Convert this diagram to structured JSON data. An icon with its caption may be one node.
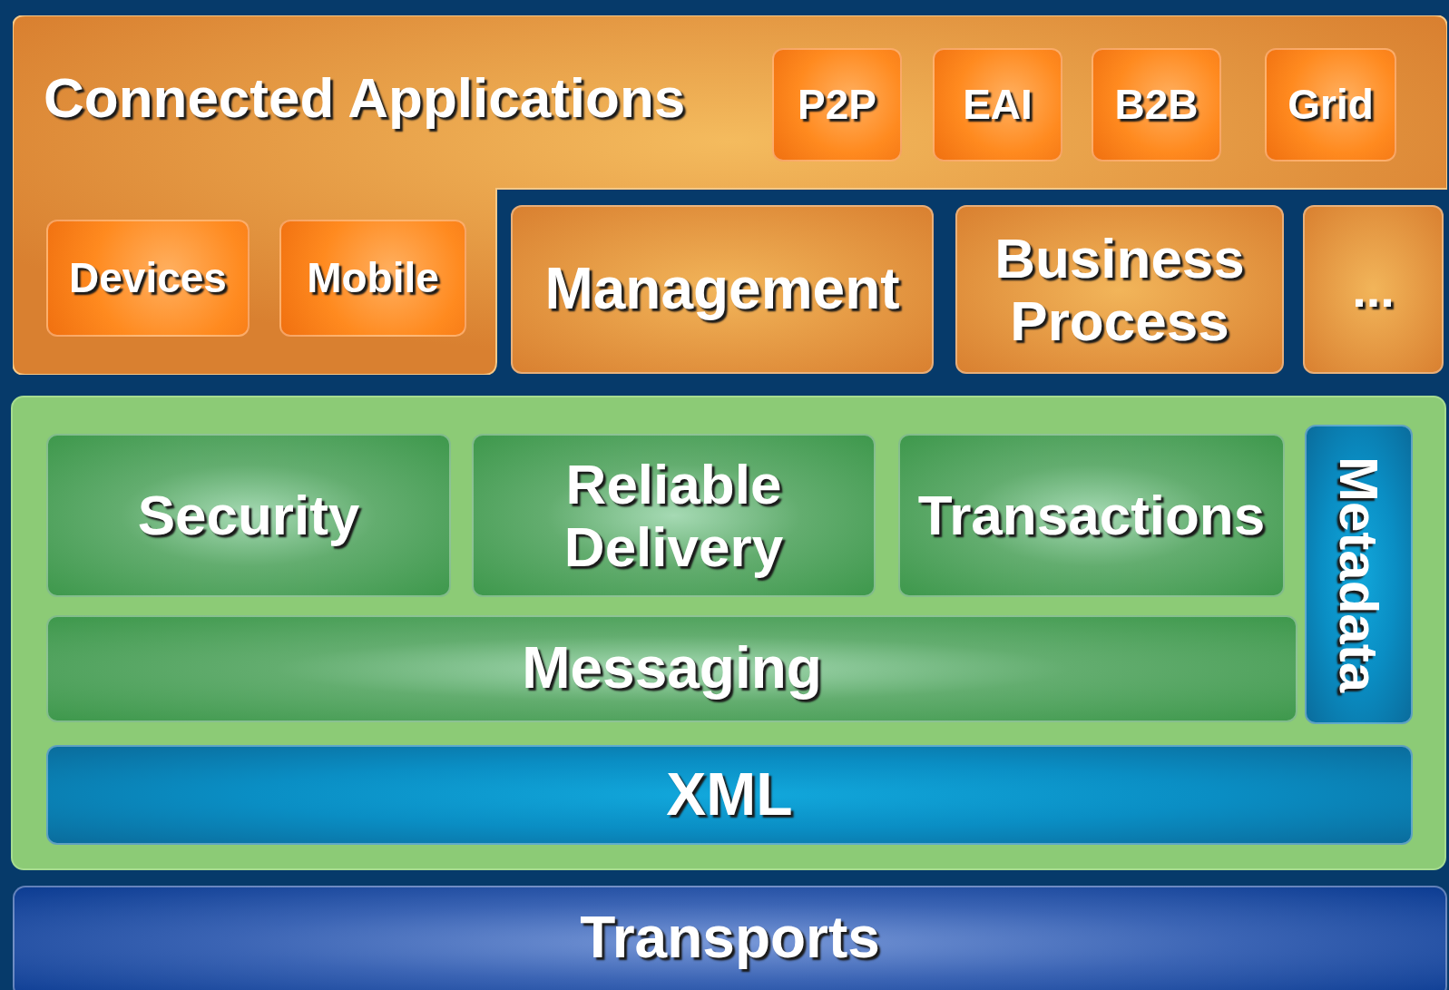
{
  "diagram": {
    "nodes": [
      {
        "text": [
          "Connected Applications"
        ]
      },
      {
        "text": [
          "P2P"
        ],
        "in": 0
      },
      {
        "text": [
          "EAI"
        ],
        "in": 0
      },
      {
        "text": [
          "B2B"
        ],
        "in": 0
      },
      {
        "text": [
          "Grid"
        ],
        "in": 0
      },
      {
        "text": [
          "Devices"
        ],
        "in": 0
      },
      {
        "text": [
          "Mobile"
        ],
        "in": 0
      },
      {
        "text": [
          "Management"
        ]
      },
      {
        "text": [
          "Business Process"
        ]
      },
      {
        "text": [
          "..."
        ]
      },
      {
        "text": [],
        "shape": "box"
      },
      {
        "text": [
          "Security"
        ],
        "in": 10
      },
      {
        "text": [
          "Reliable Delivery"
        ],
        "in": 10
      },
      {
        "text": [
          "Transactions"
        ],
        "in": 10
      },
      {
        "text": [
          "Metadata"
        ],
        "in": 10
      },
      {
        "text": [
          "Messaging"
        ],
        "in": 10
      },
      {
        "text": [
          "XML"
        ],
        "in": 10
      },
      {
        "text": [
          "Transports"
        ]
      }
    ]
  }
}
